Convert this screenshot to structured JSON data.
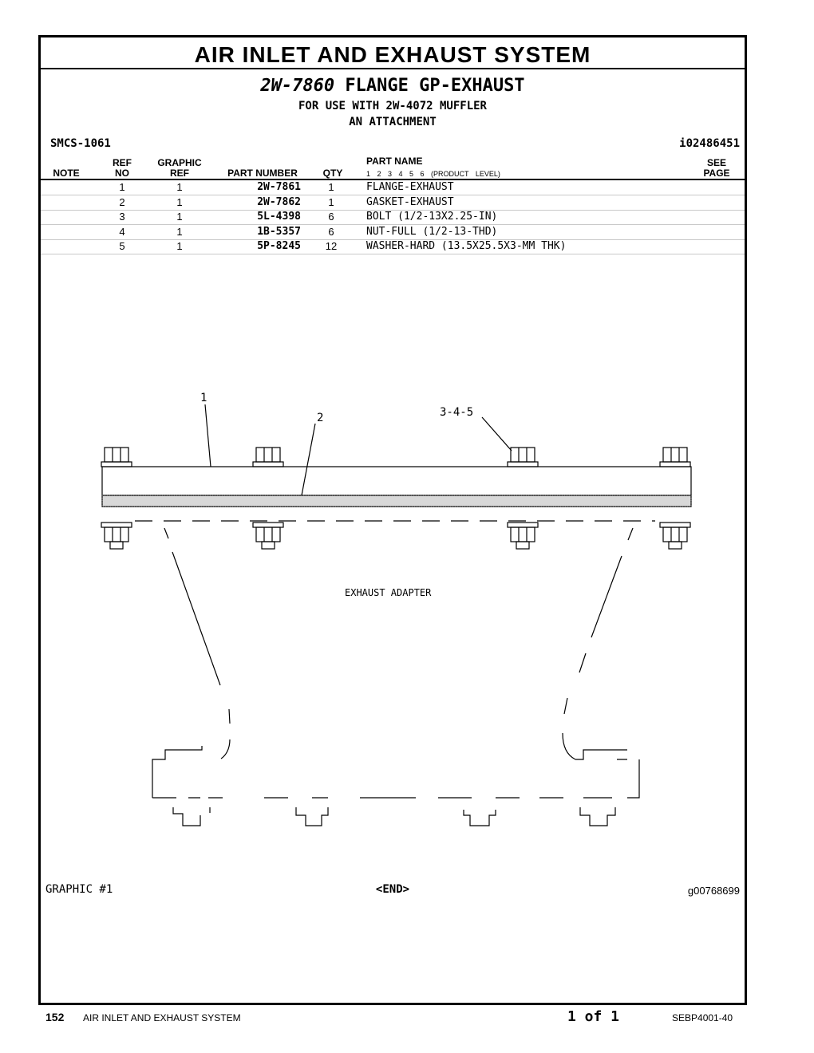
{
  "header": {
    "title": "AIR INLET AND EXHAUST SYSTEM",
    "part_number": "2W-7860",
    "part_title": " FLANGE GP-EXHAUST",
    "usage_line1": "FOR USE WITH 2W-4072 MUFFLER",
    "usage_line2": "AN ATTACHMENT",
    "smcs": "SMCS-1061",
    "doc_id": "i02486451"
  },
  "table": {
    "headers": {
      "note": "NOTE",
      "ref_top": "REF",
      "ref_bottom": "NO",
      "graphic_top": "GRAPHIC",
      "graphic_bottom": "REF",
      "part_number": "PART NUMBER",
      "qty": "QTY",
      "part_name": "PART NAME",
      "product_levels": "1 2 3 4 5 6 (PRODUCT LEVEL)",
      "see_top": "SEE",
      "see_bottom": "PAGE"
    },
    "rows": [
      {
        "ref": "1",
        "graphic_ref": "1",
        "part_number": "2W-7861",
        "qty": "1",
        "name": "FLANGE-EXHAUST"
      },
      {
        "ref": "2",
        "graphic_ref": "1",
        "part_number": "2W-7862",
        "qty": "1",
        "name": "GASKET-EXHAUST"
      },
      {
        "ref": "3",
        "graphic_ref": "1",
        "part_number": "5L-4398",
        "qty": "6",
        "name": "BOLT (1/2-13X2.25-IN)"
      },
      {
        "ref": "4",
        "graphic_ref": "1",
        "part_number": "1B-5357",
        "qty": "6",
        "name": "NUT-FULL (1/2-13-THD)"
      },
      {
        "ref": "5",
        "graphic_ref": "1",
        "part_number": "5P-8245",
        "qty": "12",
        "name": "WASHER-HARD (13.5X25.5X3-MM THK)"
      }
    ]
  },
  "drawing": {
    "callout_1": "1",
    "callout_2": "2",
    "callout_345": "3-4-5",
    "adapter_label": "EXHAUST ADAPTER"
  },
  "graphic": {
    "label": "GRAPHIC #1",
    "end": "<END>",
    "id": "g00768699"
  },
  "footer": {
    "page": "152",
    "section": "AIR INLET AND EXHAUST SYSTEM",
    "page_of": "1 of 1",
    "doc": "SEBP4001-40"
  }
}
